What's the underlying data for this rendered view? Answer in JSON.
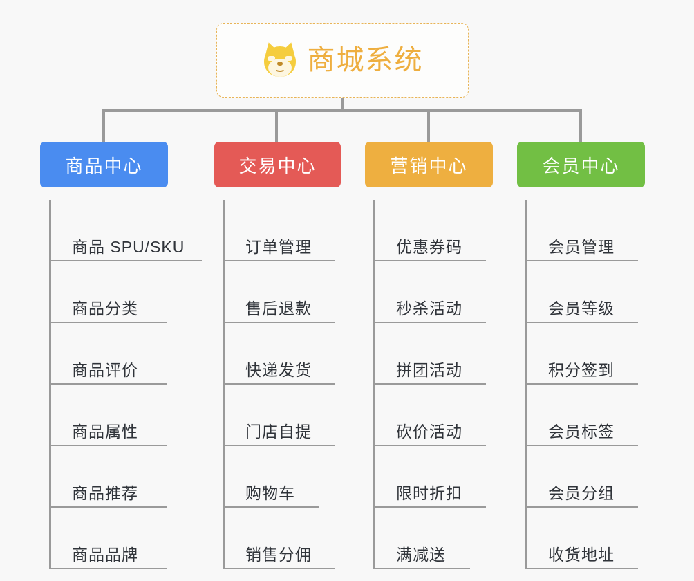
{
  "page": {
    "background_color": "#f8f8f8",
    "type": "mindmap-tree-diagram"
  },
  "root": {
    "title": "商城系统",
    "icon": "shiba-dog-face-emoji",
    "text_color": "#eeae3f",
    "border_color": "#e8b456",
    "background_color": "#fdfdfc"
  },
  "branches": [
    {
      "id": "product-center",
      "label": "商品中心",
      "color": "#4a8cf0",
      "items": [
        "商品 SPU/SKU",
        "商品分类",
        "商品评价",
        "商品属性",
        "商品推荐",
        "商品品牌"
      ]
    },
    {
      "id": "trade-center",
      "label": "交易中心",
      "color": "#e45a56",
      "items": [
        "订单管理",
        "售后退款",
        "快递发货",
        "门店自提",
        "购物车",
        "销售分佣"
      ]
    },
    {
      "id": "marketing-center",
      "label": "营销中心",
      "color": "#eeaf40",
      "items": [
        "优惠券码",
        "秒杀活动",
        "拼团活动",
        "砍价活动",
        "限时折扣",
        "满减送"
      ]
    },
    {
      "id": "member-center",
      "label": "会员中心",
      "color": "#72bf44",
      "items": [
        "会员管理",
        "会员等级",
        "积分签到",
        "会员标签",
        "会员分组",
        "收货地址"
      ]
    }
  ],
  "connector": {
    "color": "#9a9a9a"
  }
}
